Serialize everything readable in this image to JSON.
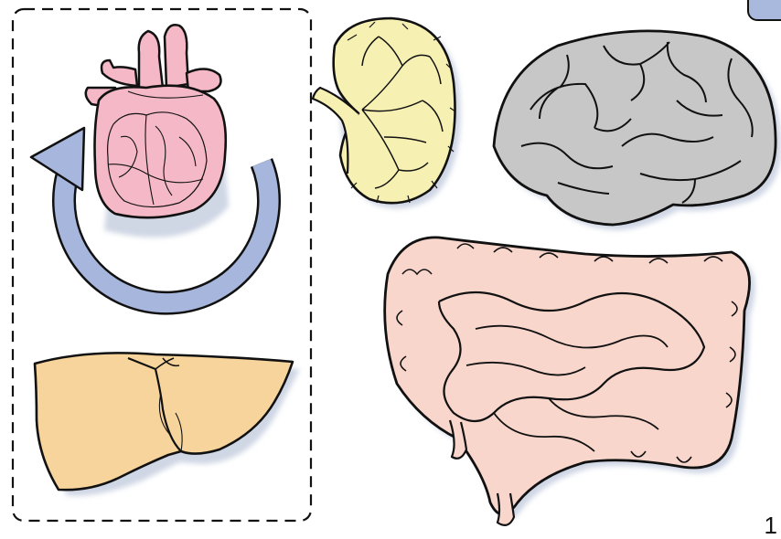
{
  "figure": {
    "page_number": "1",
    "elements": [
      {
        "key": "heart",
        "icon": "heart-icon"
      },
      {
        "key": "circulation",
        "icon": "circular-arrow-icon"
      },
      {
        "key": "liver",
        "icon": "liver-icon"
      },
      {
        "key": "kidney",
        "icon": "kidney-icon"
      },
      {
        "key": "brain",
        "icon": "brain-icon"
      },
      {
        "key": "intestines",
        "icon": "intestines-icon"
      },
      {
        "key": "group",
        "icon": "dashed-group-box"
      },
      {
        "key": "corner-tab",
        "icon": "rounded-tab"
      }
    ]
  },
  "colors": {
    "heart": "#f4b8c6",
    "arrow": "#a7b6dc",
    "liver": "#f7d49b",
    "kidney": "#f6f0b2",
    "brain": "#c7c7c7",
    "intestine": "#f9d6cc",
    "outline": "#111111",
    "shadow": "#cfd6e4",
    "tab": "#a9b9de"
  }
}
